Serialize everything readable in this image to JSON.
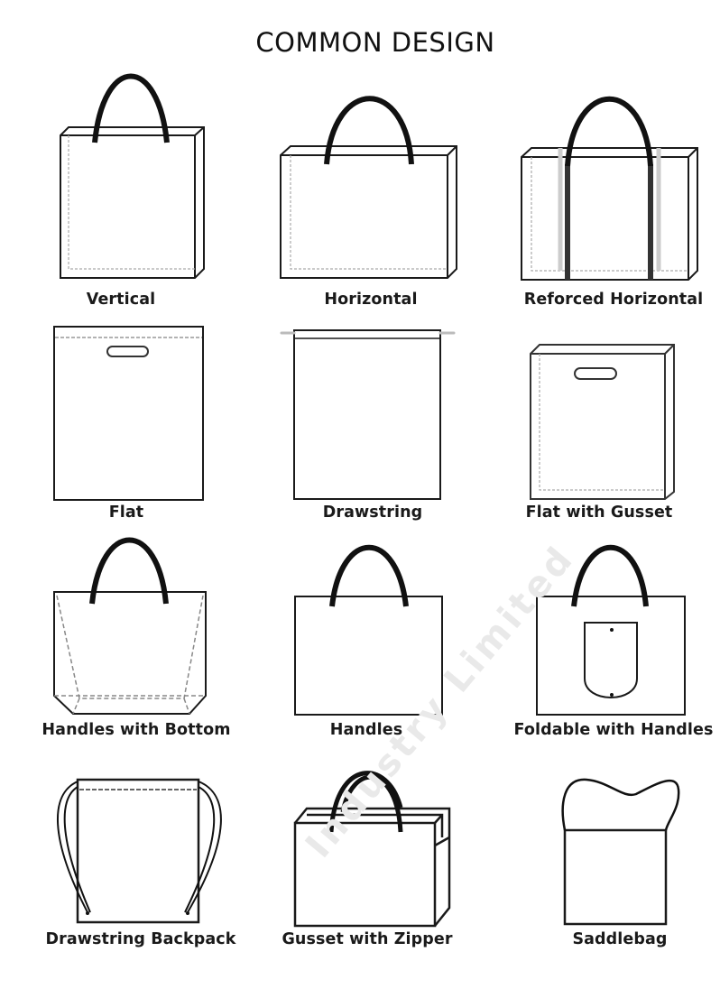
{
  "title": "COMMON DESIGN",
  "watermark": "Industry Limited",
  "colors": {
    "line": "#1a1a1a",
    "handle": "#111111",
    "dashed": "#9a9a9a",
    "background": "#ffffff"
  },
  "designs": [
    {
      "label": "Vertical",
      "icon": "vertical-tote-bag-icon"
    },
    {
      "label": "Horizontal",
      "icon": "horizontal-tote-bag-icon"
    },
    {
      "label": "Reforced Horizontal",
      "icon": "reinforced-horizontal-bag-icon"
    },
    {
      "label": "Flat",
      "icon": "flat-die-cut-bag-icon"
    },
    {
      "label": "Drawstring",
      "icon": "drawstring-bag-icon"
    },
    {
      "label": "Flat with Gusset",
      "icon": "flat-gusset-bag-icon"
    },
    {
      "label": "Handles with Bottom",
      "icon": "handles-bottom-bag-icon"
    },
    {
      "label": "Handles",
      "icon": "handles-bag-icon"
    },
    {
      "label": "Foldable with Handles",
      "icon": "foldable-bag-icon"
    },
    {
      "label": "Drawstring Backpack",
      "icon": "drawstring-backpack-icon"
    },
    {
      "label": "Gusset with Zipper",
      "icon": "gusset-zipper-bag-icon"
    },
    {
      "label": "Saddlebag",
      "icon": "saddlebag-icon"
    }
  ]
}
